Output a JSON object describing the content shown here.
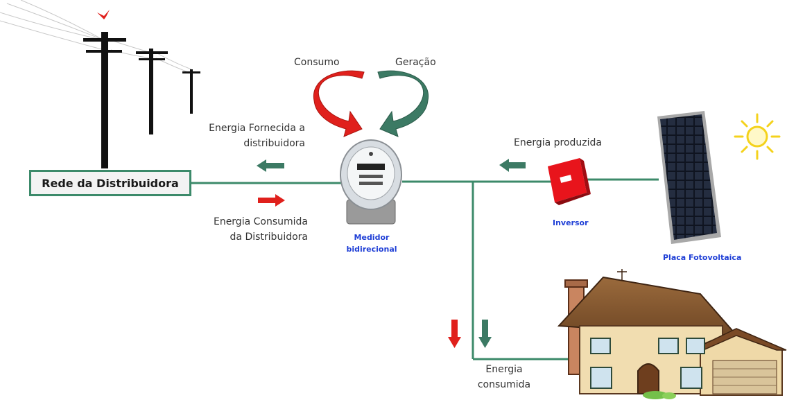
{
  "grid_box": {
    "label": "Rede da Distribuidora"
  },
  "labels": {
    "consumo": "Consumo",
    "geracao": "Geração",
    "energia_fornecida": [
      "Energia  Fornecida a",
      "distribuidora"
    ],
    "energia_consumida_dist": [
      "Energia  Consumida",
      "da Distribuidora"
    ],
    "energia_produzida": "Energia  produzida",
    "energia_consumida": [
      "Energia",
      "consumida"
    ]
  },
  "captions": {
    "medidor": [
      "Medidor",
      "bidirecional"
    ],
    "inversor": "Inversor",
    "placa": "Placa Fotovoltaica"
  },
  "colors": {
    "line": "#3c8a6a",
    "arrow_green": "#3c7a64",
    "arrow_red": "#e0201c",
    "caption_blue": "#1f3fd6",
    "inverter_red": "#e8141c",
    "sun": "#f4d21c"
  }
}
